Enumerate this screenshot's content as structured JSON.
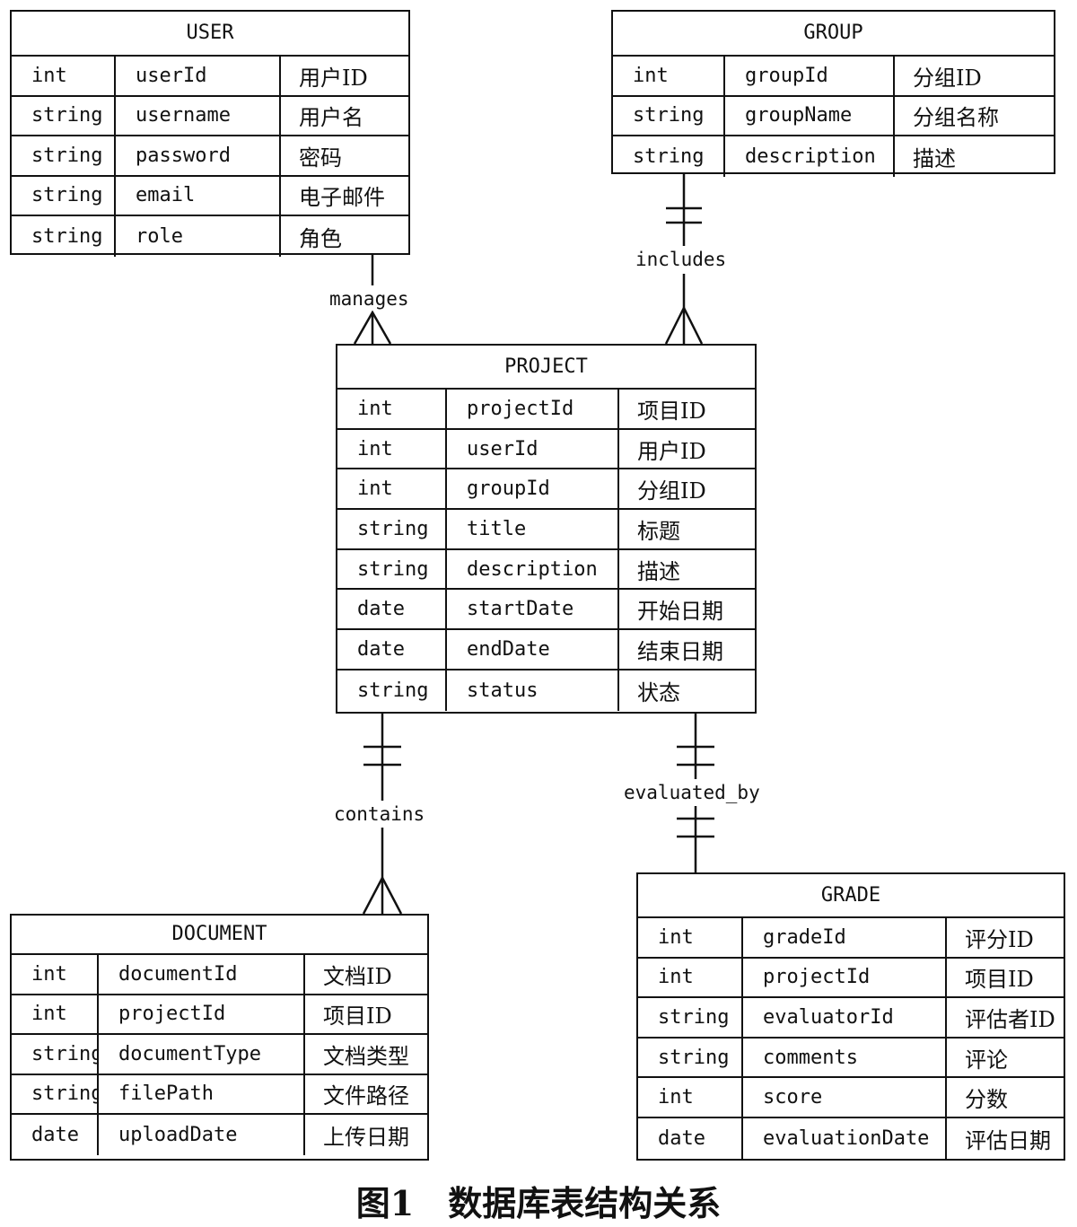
{
  "entities": {
    "user": {
      "title": "USER",
      "rows": [
        {
          "type": "int",
          "name": "userId",
          "desc": "用户ID"
        },
        {
          "type": "string",
          "name": "username",
          "desc": "用户名"
        },
        {
          "type": "string",
          "name": "password",
          "desc": "密码"
        },
        {
          "type": "string",
          "name": "email",
          "desc": "电子邮件"
        },
        {
          "type": "string",
          "name": "role",
          "desc": "角色"
        }
      ]
    },
    "group": {
      "title": "GROUP",
      "rows": [
        {
          "type": "int",
          "name": "groupId",
          "desc": "分组ID"
        },
        {
          "type": "string",
          "name": "groupName",
          "desc": "分组名称"
        },
        {
          "type": "string",
          "name": "description",
          "desc": "描述"
        }
      ]
    },
    "project": {
      "title": "PROJECT",
      "rows": [
        {
          "type": "int",
          "name": "projectId",
          "desc": "项目ID"
        },
        {
          "type": "int",
          "name": "userId",
          "desc": "用户ID"
        },
        {
          "type": "int",
          "name": "groupId",
          "desc": "分组ID"
        },
        {
          "type": "string",
          "name": "title",
          "desc": "标题"
        },
        {
          "type": "string",
          "name": "description",
          "desc": "描述"
        },
        {
          "type": "date",
          "name": "startDate",
          "desc": "开始日期"
        },
        {
          "type": "date",
          "name": "endDate",
          "desc": "结束日期"
        },
        {
          "type": "string",
          "name": "status",
          "desc": "状态"
        }
      ]
    },
    "document": {
      "title": "DOCUMENT",
      "rows": [
        {
          "type": "int",
          "name": "documentId",
          "desc": "文档ID"
        },
        {
          "type": "int",
          "name": "projectId",
          "desc": "项目ID"
        },
        {
          "type": "string",
          "name": "documentType",
          "desc": "文档类型"
        },
        {
          "type": "string",
          "name": "filePath",
          "desc": "文件路径"
        },
        {
          "type": "date",
          "name": "uploadDate",
          "desc": "上传日期"
        }
      ]
    },
    "grade": {
      "title": "GRADE",
      "rows": [
        {
          "type": "int",
          "name": "gradeId",
          "desc": "评分ID"
        },
        {
          "type": "int",
          "name": "projectId",
          "desc": "项目ID"
        },
        {
          "type": "string",
          "name": "evaluatorId",
          "desc": "评估者ID"
        },
        {
          "type": "string",
          "name": "comments",
          "desc": "评论"
        },
        {
          "type": "int",
          "name": "score",
          "desc": "分数"
        },
        {
          "type": "date",
          "name": "evaluationDate",
          "desc": "评估日期"
        }
      ]
    }
  },
  "relationships": {
    "manages": "manages",
    "includes": "includes",
    "contains": "contains",
    "evaluated_by": "evaluated_by"
  },
  "caption": "图1　数据库表结构关系"
}
